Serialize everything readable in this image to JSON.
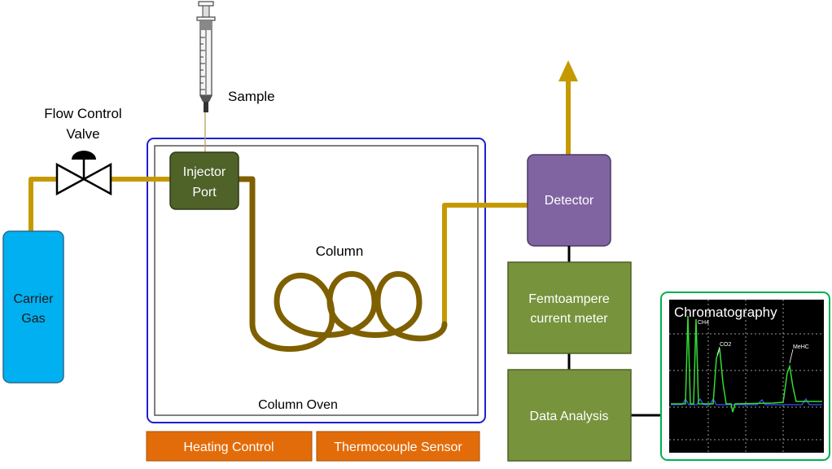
{
  "labels": {
    "flow_control_valve_line1": "Flow Control",
    "flow_control_valve_line2": "Valve",
    "sample": "Sample",
    "carrier_gas_line1": "Carrier",
    "carrier_gas_line2": "Gas",
    "injector_port_line1": "Injector",
    "injector_port_line2": "Port",
    "column": "Column",
    "column_oven": "Column Oven",
    "detector": "Detector",
    "femtoampere_line1": "Femtoampere",
    "femtoampere_line2": "current meter",
    "data_analysis": "Data Analysis",
    "heating_control": "Heating Control",
    "thermocouple_sensor": "Thermocouple Sensor",
    "chromatography": "Chromatography"
  },
  "chromatogram_peak_labels": {
    "ch4": "CH4",
    "co2": "CO2",
    "meohc": "MeHC"
  },
  "colors": {
    "tube": "#C59A00",
    "column_coil": "#7F6000",
    "carrier_gas": "#00B0F0",
    "injector_port": "#4F6228",
    "detector": "#8064A2",
    "green_box": "#77933C",
    "orange_box": "#E36C0A",
    "oven_outline": "#1F1FD0",
    "chromatogram_frame": "#00B050",
    "chromatogram_bg": "#000000",
    "trace_green": "#33DD33",
    "trace_blue": "#3355FF"
  }
}
